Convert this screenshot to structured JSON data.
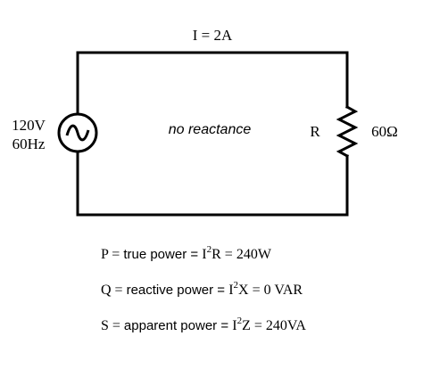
{
  "circuit": {
    "current_label": "I = 2A",
    "source_voltage": "120V",
    "source_frequency": "60Hz",
    "center_note": "no reactance",
    "resistor_label": "R",
    "resistor_value": "60Ω",
    "wire_color": "#000000"
  },
  "equations": [
    {
      "lhs": "P = ",
      "desc": "true power = ",
      "base": "I",
      "sup": "2",
      "rest": "R = 240W"
    },
    {
      "lhs": "Q = ",
      "desc": "reactive power = ",
      "base": "I",
      "sup": "2",
      "rest": "X = 0 VAR"
    },
    {
      "lhs": "S = ",
      "desc": "apparent power = ",
      "base": "I",
      "sup": "2",
      "rest": "Z = 240VA"
    }
  ]
}
